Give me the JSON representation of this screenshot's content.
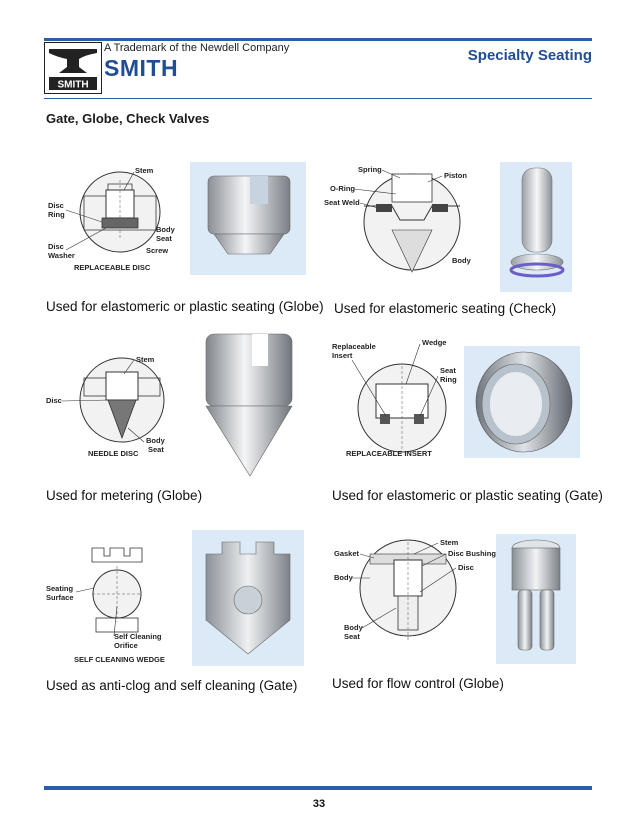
{
  "header": {
    "trademark": "A Trademark of the Newdell Company",
    "brand": "SMITH",
    "logo_text": "SMITH",
    "section": "Specialty Seating",
    "accent_color": "#1f4e94"
  },
  "subtitle": "Gate, Globe, Check Valves",
  "panels": [
    {
      "caption": "Used for elastomeric or plastic seating (Globe)",
      "labels": {
        "stem": "Stem",
        "disc_ring_1": "Disc",
        "disc_ring_2": "Ring",
        "body_seat_1": "Body",
        "body_seat_2": "Seat",
        "disc_washer_1": "Disc",
        "disc_washer_2": "Washer",
        "screw": "Screw",
        "title": "REPLACEABLE DISC"
      }
    },
    {
      "caption": "Used for elastomeric seating (Check)",
      "labels": {
        "spring": "Spring",
        "piston": "Piston",
        "o_ring": "O-Ring",
        "seat_weld": "Seat Weld",
        "body": "Body"
      }
    },
    {
      "caption": "Used for metering (Globe)",
      "labels": {
        "stem": "Stem",
        "disc": "Disc",
        "body_seat_1": "Body",
        "body_seat_2": "Seat",
        "title": "NEEDLE DISC"
      }
    },
    {
      "caption": "Used for elastomeric or plastic seating (Gate)",
      "labels": {
        "replaceable_insert_1": "Replaceable",
        "replaceable_insert_2": "Insert",
        "wedge": "Wedge",
        "seat_ring_1": "Seat",
        "seat_ring_2": "Ring",
        "title": "REPLACEABLE INSERT"
      }
    },
    {
      "caption": "Used as anti-clog and self cleaning (Gate)",
      "labels": {
        "seating_surface_1": "Seating",
        "seating_surface_2": "Surface",
        "self_cleaning_1": "Self Cleaning",
        "self_cleaning_2": "Orifice",
        "title": "SELF CLEANING WEDGE"
      }
    },
    {
      "caption": "Used for flow control (Globe)",
      "labels": {
        "stem": "Stem",
        "gasket": "Gasket",
        "disc_bushing": "Disc Bushing",
        "disc": "Disc",
        "body": "Body",
        "body_seat_1": "Body",
        "body_seat_2": "Seat"
      }
    }
  ],
  "page_number": "33"
}
